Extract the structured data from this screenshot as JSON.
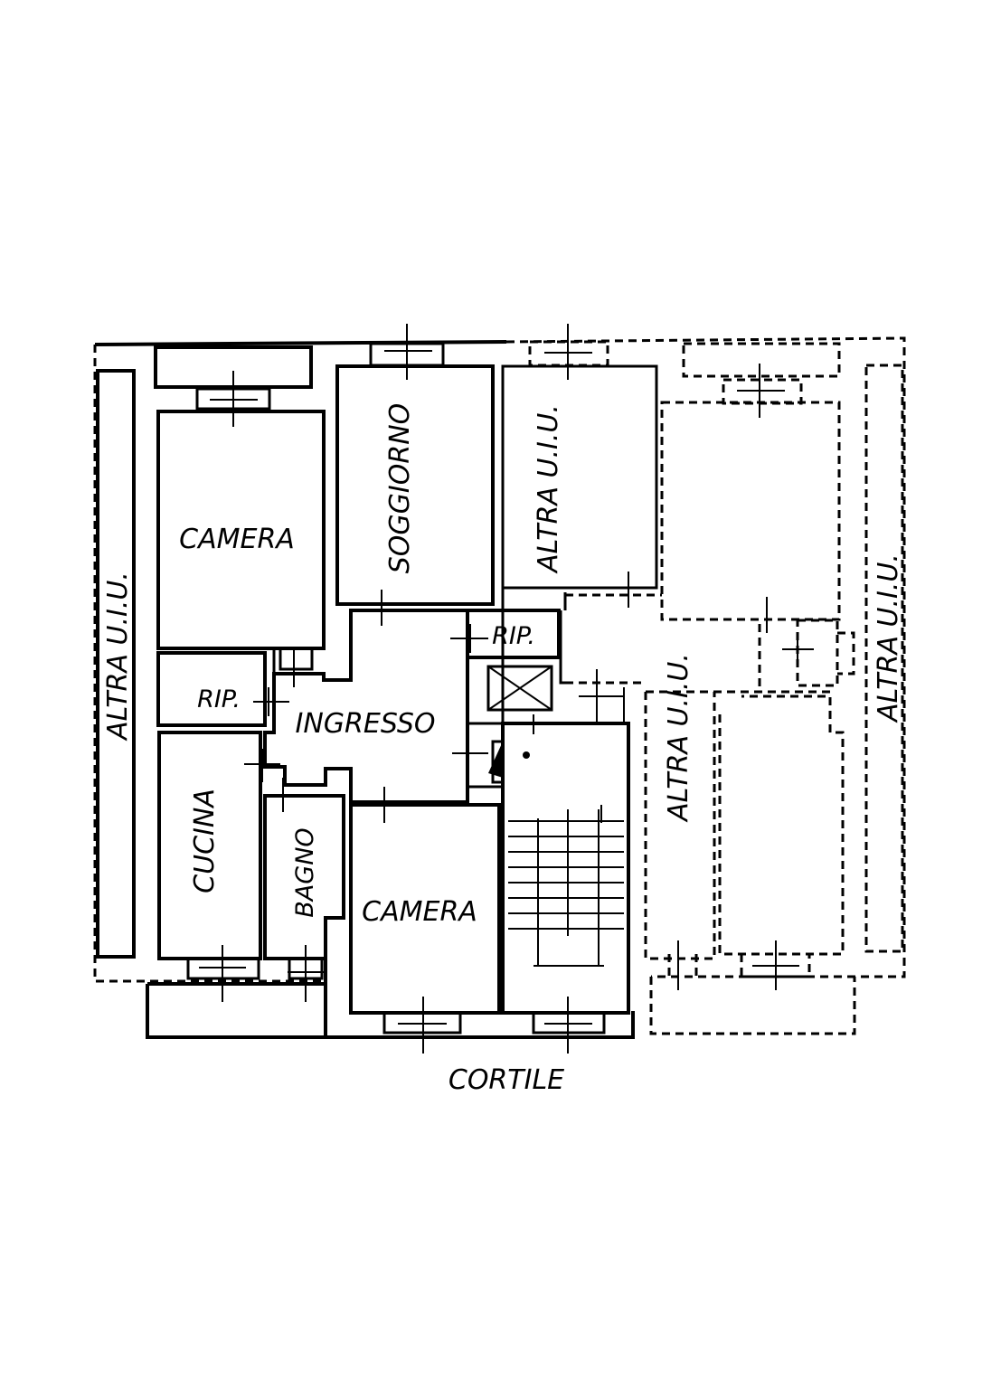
{
  "rooms": {
    "camera_top": "CAMERA",
    "soggiorno": "SOGGIORNO",
    "altra_top": "ALTRA U.I.U.",
    "rip_right": "RIP.",
    "rip_left": "RIP.",
    "ingresso": "INGRESSO",
    "cucina": "CUCINA",
    "bagno": "BAGNO",
    "camera_bottom": "CAMERA",
    "altra_left": "ALTRA U.I.U.",
    "altra_mid": "ALTRA U.I.U.",
    "altra_right": "ALTRA U.I.U."
  },
  "labels": {
    "cortile": "CORTILE"
  }
}
